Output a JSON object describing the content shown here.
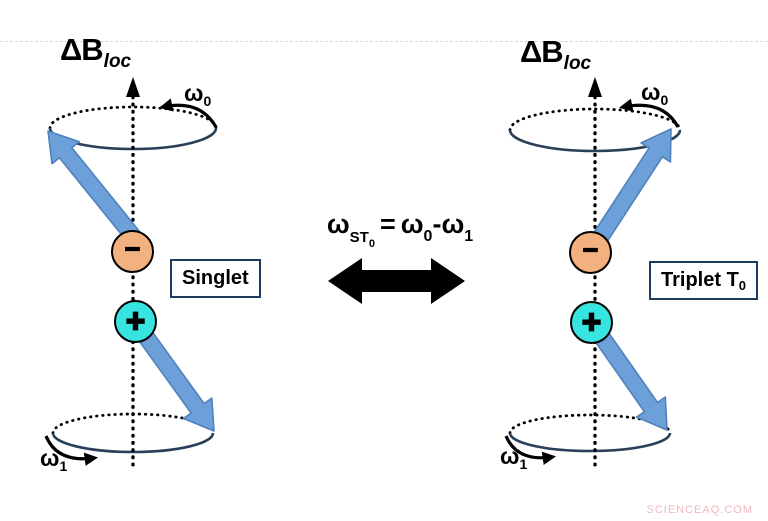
{
  "watermark": "SCIENCEAQ.COM",
  "equation": {
    "lhs_omega": "ω",
    "lhs_sub": "ST",
    "lhs_subsub": "0",
    "equals": "=",
    "rhs_omega0": "ω",
    "rhs_sub0": "0",
    "rhs_minus": "-",
    "rhs_omega1": "ω",
    "rhs_sub1": "1"
  },
  "singlet": {
    "field_label": {
      "main": "ΔB",
      "sub": "loc"
    },
    "omega_top": {
      "main": "ω",
      "sub": "0"
    },
    "omega_bottom": {
      "main": "ω",
      "sub": "1"
    },
    "electron_sign": "−",
    "hole_sign": "+",
    "state_label": {
      "main": "Singlet",
      "sub": ""
    }
  },
  "triplet": {
    "field_label": {
      "main": "ΔB",
      "sub": "loc"
    },
    "omega_top": {
      "main": "ω",
      "sub": "0"
    },
    "omega_bottom": {
      "main": "ω",
      "sub": "1"
    },
    "electron_sign": "−",
    "hole_sign": "+",
    "state_label": {
      "main": "Triplet T",
      "sub": "0"
    }
  },
  "colors": {
    "spin_arrow_fill": "#6d9fd8",
    "spin_arrow_stroke": "#4f81bd",
    "orbit_stroke": "#2a3f58",
    "electron_fill": "#f2b17f",
    "hole_fill": "#38e4e0",
    "box_border": "#1f3c5f",
    "watermark": "#efb9c0"
  }
}
